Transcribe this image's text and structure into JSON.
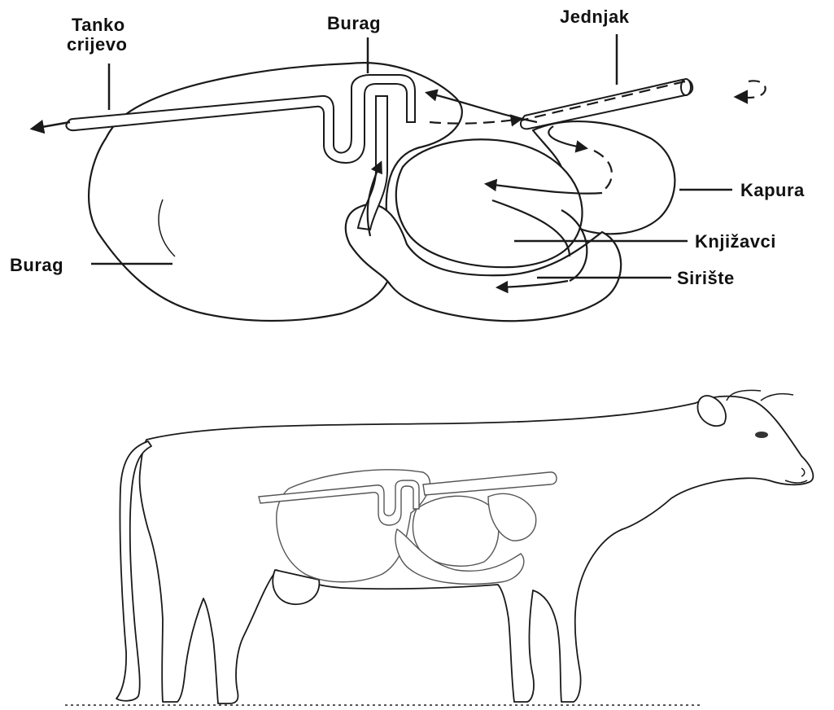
{
  "labels": {
    "tanko_line1": "Tanko",
    "tanko_line2": "crijevo",
    "burag_top": "Burag",
    "jednjak": "Jednjak",
    "kapura": "Kapura",
    "knjizavci": "Knjižavci",
    "burag_left": "Burag",
    "siriste": "Sirište"
  }
}
